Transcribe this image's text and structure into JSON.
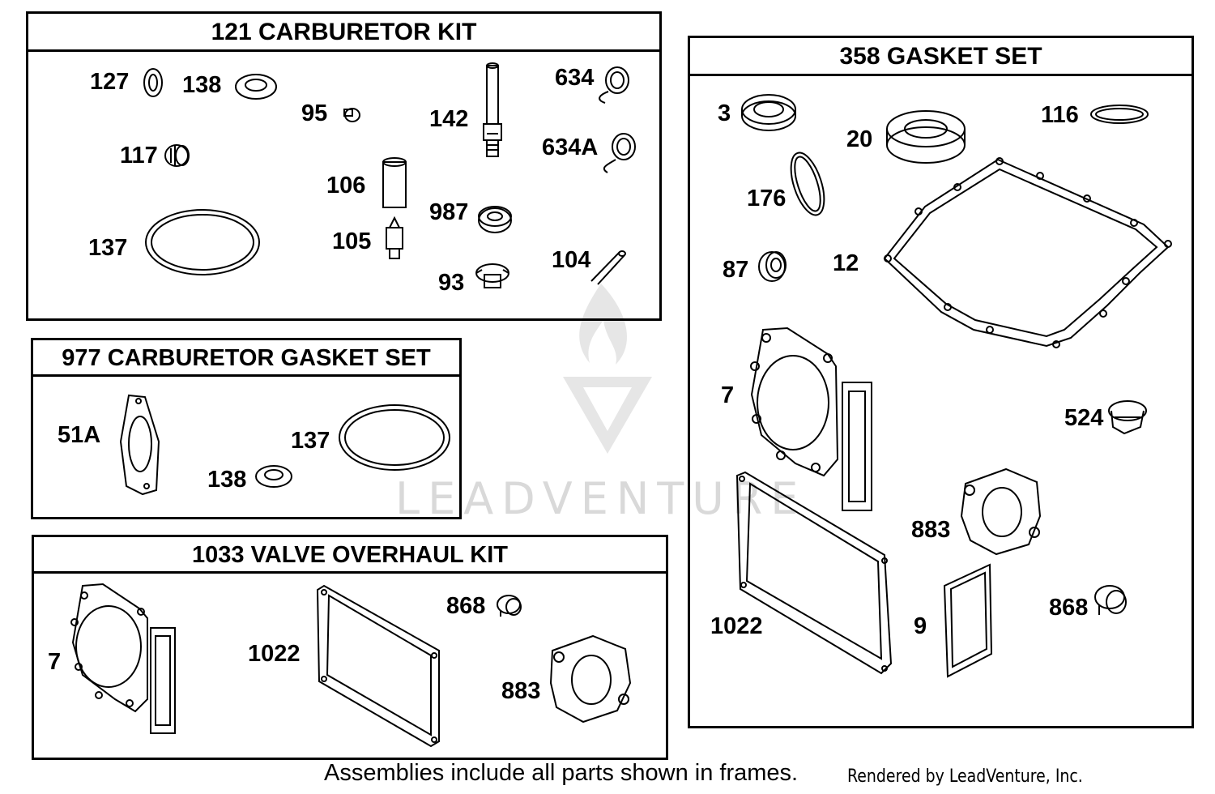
{
  "frames": {
    "carburetor_kit": {
      "title": "121 CARBURETOR KIT",
      "labels": [
        "127",
        "138",
        "95",
        "142",
        "634",
        "634A",
        "117",
        "106",
        "987",
        "137",
        "105",
        "104",
        "93"
      ]
    },
    "carburetor_gasket_set": {
      "title": "977 CARBURETOR GASKET SET",
      "labels": [
        "51A",
        "137",
        "138"
      ]
    },
    "valve_overhaul_kit": {
      "title": "1033 VALVE OVERHAUL KIT",
      "labels": [
        "7",
        "1022",
        "868",
        "883"
      ]
    },
    "gasket_set": {
      "title": "358 GASKET SET",
      "labels": [
        "3",
        "20",
        "116",
        "176",
        "87",
        "12",
        "7",
        "524",
        "883",
        "1022",
        "9",
        "868"
      ]
    }
  },
  "watermark": "LEADVENTURE",
  "footer": {
    "note": "Assemblies include all parts shown in frames.",
    "credit": "Rendered by LeadVenture, Inc."
  }
}
